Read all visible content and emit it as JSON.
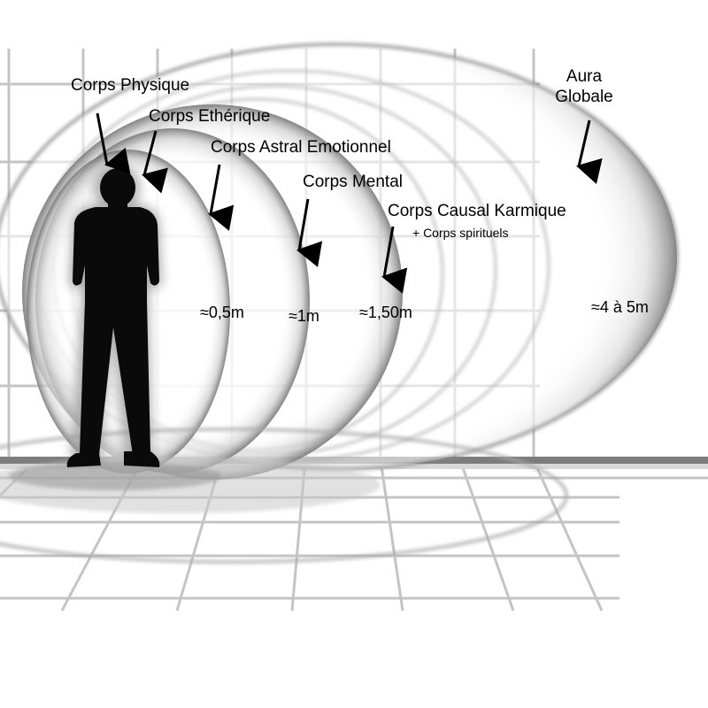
{
  "labels": {
    "physique": "Corps Physique",
    "etherique": "Corps Ethérique",
    "astral": "Corps Astral Emotionnel",
    "mental": "Corps Mental",
    "causal": "Corps Causal Karmique",
    "spirituels": "+ Corps spirituels",
    "aura_line1": "Aura",
    "aura_line2": "Globale"
  },
  "measurements": {
    "m_05": "≈0,5m",
    "m_1": "≈1m",
    "m_150": "≈1,50m",
    "m_45": "≈4 à 5m"
  },
  "colors": {
    "background": "#ffffff",
    "grid": "#bfbfbf",
    "aura_edge": "#8a8a8a",
    "silhouette": "#0a0a0a",
    "text": "#000000"
  },
  "icons": {
    "arrow": "down-left-arrow-icon",
    "figure": "human-silhouette-icon"
  }
}
